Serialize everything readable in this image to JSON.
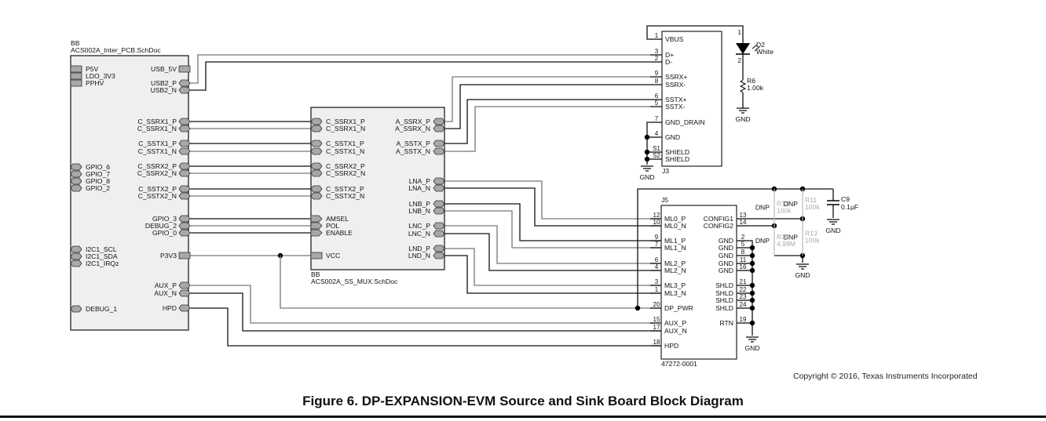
{
  "figure": {
    "caption": "Figure 6. DP-EXPANSION-EVM Source and Sink Board Block Diagram",
    "copyright": "Copyright © 2016, Texas Instruments Incorporated"
  },
  "colors": {
    "block_fill": "#efefef",
    "port_fill": "#a8a8a8",
    "wire": "#111111",
    "wire_alt": "#777777",
    "dnp_text": "#aaaaaa"
  },
  "blocks": {
    "inter_pcb": {
      "type": "BB",
      "filename": "ACS002A_Inter_PCB.SchDoc",
      "left_ports": [
        {
          "name": "P5V",
          "kind": "power"
        },
        {
          "name": "LDO_3V3",
          "kind": "power"
        },
        {
          "name": "PPHV",
          "kind": "power"
        },
        {
          "name": "GPIO_6",
          "kind": "bidir"
        },
        {
          "name": "GPIO_7",
          "kind": "bidir"
        },
        {
          "name": "GPIO_8",
          "kind": "bidir"
        },
        {
          "name": "GPIO_2",
          "kind": "bidir"
        },
        {
          "name": "I2C1_SCL",
          "kind": "bidir"
        },
        {
          "name": "I2C1_SDA",
          "kind": "bidir"
        },
        {
          "name": "I2C1_IRQz",
          "kind": "bidir"
        },
        {
          "name": "DEBUG_1",
          "kind": "bidir"
        }
      ],
      "right_ports": [
        {
          "name": "USB_5V",
          "kind": "power"
        },
        {
          "name": "USB2_P",
          "kind": "bidir"
        },
        {
          "name": "USB2_N",
          "kind": "bidir"
        },
        {
          "name": "C_SSRX1_P",
          "kind": "bidir"
        },
        {
          "name": "C_SSRX1_N",
          "kind": "bidir"
        },
        {
          "name": "C_SSTX1_P",
          "kind": "bidir"
        },
        {
          "name": "C_SSTX1_N",
          "kind": "bidir"
        },
        {
          "name": "C_SSRX2_P",
          "kind": "bidir"
        },
        {
          "name": "C_SSRX2_N",
          "kind": "bidir"
        },
        {
          "name": "C_SSTX2_P",
          "kind": "bidir"
        },
        {
          "name": "C_SSTX2_N",
          "kind": "bidir"
        },
        {
          "name": "GPIO_3",
          "kind": "bidir"
        },
        {
          "name": "DEBUG_2",
          "kind": "bidir"
        },
        {
          "name": "GPIO_0",
          "kind": "bidir"
        },
        {
          "name": "P3V3",
          "kind": "power"
        },
        {
          "name": "AUX_P",
          "kind": "bidir"
        },
        {
          "name": "AUX_N",
          "kind": "bidir"
        },
        {
          "name": "HPD",
          "kind": "bidir"
        }
      ]
    },
    "ss_mux": {
      "type": "BB",
      "filename": "ACS002A_SS_MUX.SchDoc",
      "left_ports": [
        {
          "name": "C_SSRX1_P",
          "kind": "bidir"
        },
        {
          "name": "C_SSRX1_N",
          "kind": "bidir"
        },
        {
          "name": "C_SSTX1_P",
          "kind": "bidir"
        },
        {
          "name": "C_SSTX1_N",
          "kind": "bidir"
        },
        {
          "name": "C_SSRX2_P",
          "kind": "bidir"
        },
        {
          "name": "C_SSRX2_N",
          "kind": "bidir"
        },
        {
          "name": "C_SSTX2_P",
          "kind": "bidir"
        },
        {
          "name": "C_SSTX2_N",
          "kind": "bidir"
        },
        {
          "name": "AMSEL",
          "kind": "input"
        },
        {
          "name": "POL",
          "kind": "input"
        },
        {
          "name": "ENABLE",
          "kind": "input"
        },
        {
          "name": "VCC",
          "kind": "power"
        }
      ],
      "right_ports": [
        {
          "name": "A_SSRX_P",
          "kind": "bidir"
        },
        {
          "name": "A_SSRX_N",
          "kind": "bidir"
        },
        {
          "name": "A_SSTX_P",
          "kind": "bidir"
        },
        {
          "name": "A_SSTX_N",
          "kind": "bidir"
        },
        {
          "name": "LNA_P",
          "kind": "bidir"
        },
        {
          "name": "LNA_N",
          "kind": "bidir"
        },
        {
          "name": "LNB_P",
          "kind": "bidir"
        },
        {
          "name": "LNB_N",
          "kind": "bidir"
        },
        {
          "name": "LNC_P",
          "kind": "bidir"
        },
        {
          "name": "LNC_N",
          "kind": "bidir"
        },
        {
          "name": "LND_P",
          "kind": "bidir"
        },
        {
          "name": "LND_N",
          "kind": "bidir"
        }
      ]
    },
    "j3": {
      "ref": "J3",
      "pins": [
        {
          "num": "1",
          "name": "VBUS"
        },
        {
          "num": "3",
          "name": "D+"
        },
        {
          "num": "2",
          "name": "D-"
        },
        {
          "num": "9",
          "name": "SSRX+"
        },
        {
          "num": "8",
          "name": "SSRX-"
        },
        {
          "num": "6",
          "name": "SSTX+"
        },
        {
          "num": "5",
          "name": "SSTX-"
        },
        {
          "num": "7",
          "name": "GND_DRAIN"
        },
        {
          "num": "4",
          "name": "GND"
        },
        {
          "num": "S1",
          "name": "SHIELD"
        },
        {
          "num": "S2",
          "name": "SHIELD"
        }
      ]
    },
    "j5": {
      "ref": "J5",
      "part_number": "47272-0001",
      "left_pins": [
        {
          "num": "12",
          "name": "ML0_P"
        },
        {
          "num": "10",
          "name": "ML0_N"
        },
        {
          "num": "9",
          "name": "ML1_P"
        },
        {
          "num": "7",
          "name": "ML1_N"
        },
        {
          "num": "6",
          "name": "ML2_P"
        },
        {
          "num": "4",
          "name": "ML2_N"
        },
        {
          "num": "3",
          "name": "ML3_P"
        },
        {
          "num": "1",
          "name": "ML3_N"
        },
        {
          "num": "20",
          "name": "DP_PWR"
        },
        {
          "num": "15",
          "name": "AUX_P"
        },
        {
          "num": "17",
          "name": "AUX_N"
        },
        {
          "num": "18",
          "name": "HPD"
        }
      ],
      "right_pins": [
        {
          "num": "13",
          "name": "CONFIG1"
        },
        {
          "num": "14",
          "name": "CONFIG2"
        },
        {
          "num": "2",
          "name": "GND"
        },
        {
          "num": "5",
          "name": "GND"
        },
        {
          "num": "8",
          "name": "GND"
        },
        {
          "num": "11",
          "name": "GND"
        },
        {
          "num": "16",
          "name": "GND"
        },
        {
          "num": "21",
          "name": "SHLD"
        },
        {
          "num": "22",
          "name": "SHLD"
        },
        {
          "num": "23",
          "name": "SHLD"
        },
        {
          "num": "24",
          "name": "SHLD"
        },
        {
          "num": "19",
          "name": "RTN"
        }
      ]
    }
  },
  "components": {
    "d2": {
      "ref": "D2",
      "value": "White",
      "pin1": "1",
      "pin2": "2"
    },
    "r6": {
      "ref": "R6",
      "value": "1.00k"
    },
    "r11": {
      "ref": "R11",
      "value": "100k",
      "note": "DNP"
    },
    "r12": {
      "ref": "R12",
      "value": "100k",
      "note": "DNP"
    },
    "r13": {
      "ref": "R13",
      "value": "100k",
      "note": "DNP"
    },
    "r14": {
      "ref": "R14",
      "value": "4.99M",
      "note": "DNP"
    },
    "c9": {
      "ref": "C9",
      "value": "0.1µF"
    },
    "gnd_label": "GND"
  }
}
